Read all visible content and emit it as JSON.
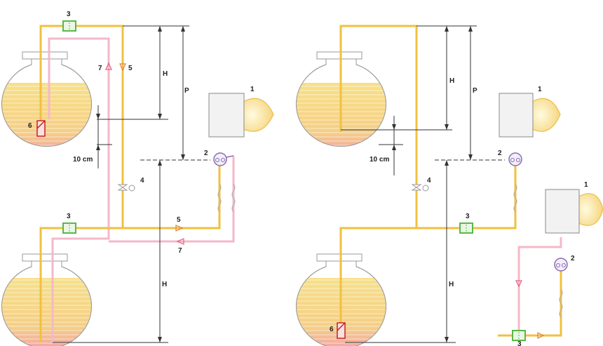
{
  "left_diagram": {
    "labels": {
      "filter_top": "3",
      "heater": "1",
      "pump": "2",
      "valve": "4",
      "filter_mid": "3",
      "return_arrow_top": "5",
      "suction_arrow_top": "7",
      "return_arrow_mid": "5",
      "suction_arrow_mid": "7",
      "foot_valve": "6",
      "height_top": "H",
      "pressure": "P",
      "height_bottom": "H",
      "depth": "10 cm"
    }
  },
  "right_diagram": {
    "labels": {
      "heater_top": "1",
      "pump_top": "2",
      "valve": "4",
      "filter_mid": "3",
      "heater_bottom": "1",
      "pump_bottom": "2",
      "filter_bottom": "3",
      "foot_valve": "6",
      "height_top": "H",
      "pressure": "P",
      "height_bottom": "H",
      "depth": "10 cm"
    }
  },
  "colors": {
    "pipe_main": "#f0c040",
    "pipe_secondary": "#f4b8c8",
    "filter": "#58b848",
    "pump": "#8a6cb0",
    "foot_valve": "#c82020",
    "liquid": "#f4d880"
  }
}
